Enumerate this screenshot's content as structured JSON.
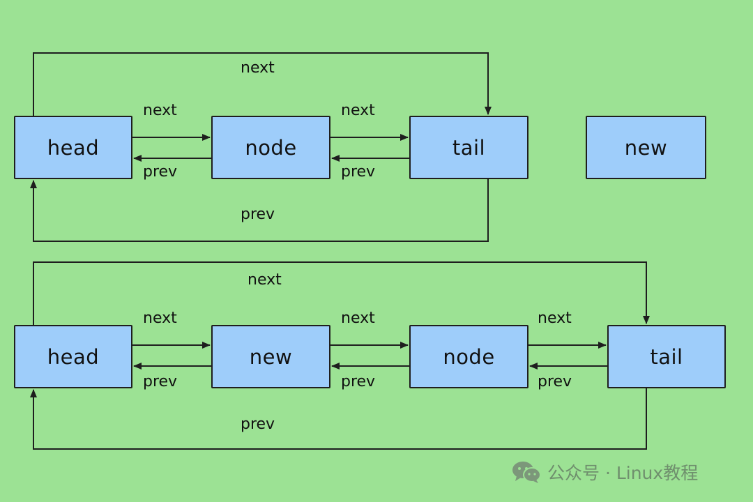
{
  "diagram_before": {
    "nodes": [
      "head",
      "node",
      "tail",
      "new"
    ],
    "labels": {
      "next_outer": "next",
      "next_1": "next",
      "next_2": "next",
      "prev_1": "prev",
      "prev_2": "prev",
      "prev_outer": "prev"
    }
  },
  "diagram_after": {
    "nodes": [
      "head",
      "new",
      "node",
      "tail"
    ],
    "labels": {
      "next_outer": "next",
      "next_1": "next",
      "next_2": "next",
      "next_3": "next",
      "prev_1": "prev",
      "prev_2": "prev",
      "prev_3": "prev",
      "prev_outer": "prev"
    }
  },
  "watermark": {
    "text": "公众号 · Linux教程",
    "icon": "wechat-icon"
  },
  "colors": {
    "background": "#9ce294",
    "node_fill": "#9ecdfa",
    "stroke": "#1e1e1e"
  }
}
